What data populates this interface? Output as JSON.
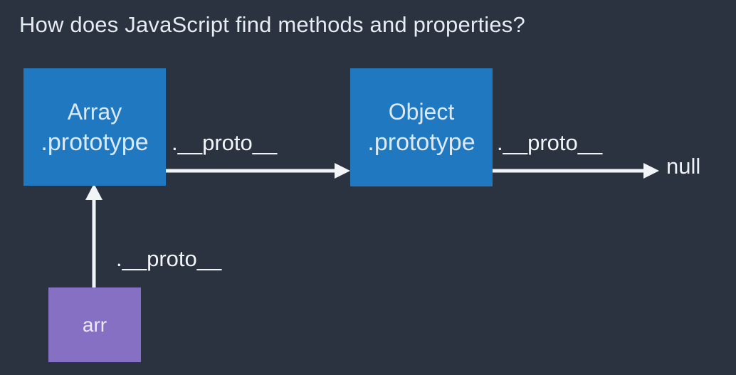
{
  "page": {
    "background_color": "#2b3240",
    "title": "How does JavaScript find methods and properties?"
  },
  "diagram": {
    "type": "prototype-chain",
    "node_colors": {
      "prototype_box": "#1f78c0",
      "instance_box": "#8570c4",
      "text_on_box": "#dbe9f7",
      "arrow": "#f2f5f8"
    },
    "nodes": [
      {
        "id": "array-prototype",
        "kind": "prototype-box",
        "line_1": "Array",
        "line_2": ".prototype",
        "color": "#1f78c0"
      },
      {
        "id": "object-prototype",
        "kind": "prototype-box",
        "line_1": "Object",
        "line_2": ".prototype",
        "color": "#1f78c0"
      },
      {
        "id": "arr",
        "kind": "instance-box",
        "line_1": "arr",
        "color": "#8570c4"
      },
      {
        "id": "null-terminal",
        "kind": "terminal-text",
        "line_1": "null"
      }
    ],
    "edges": [
      {
        "id": "arr-to-array-prototype",
        "from": "arr",
        "to": "array-prototype",
        "label": ".__proto__",
        "direction": "up"
      },
      {
        "id": "array-to-object-prototype",
        "from": "array-prototype",
        "to": "object-prototype",
        "label": ".__proto__",
        "direction": "right"
      },
      {
        "id": "object-prototype-to-null",
        "from": "object-prototype",
        "to": "null-terminal",
        "label": ".__proto__",
        "direction": "right"
      }
    ]
  }
}
